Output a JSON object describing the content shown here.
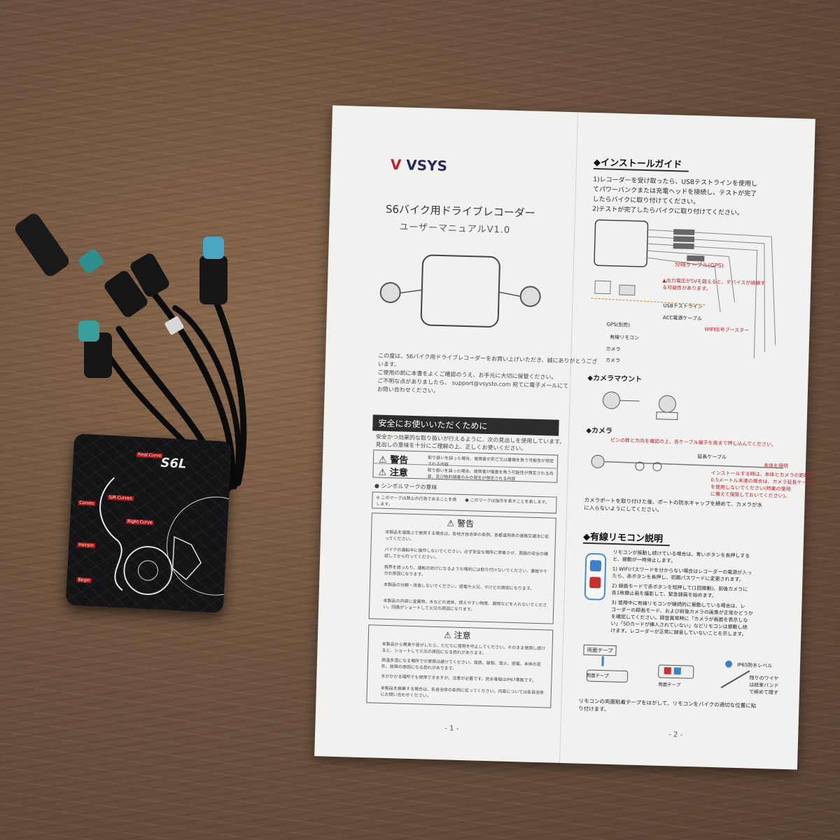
{
  "device": {
    "label": "S6L",
    "track_labels": [
      "Final Curve",
      "S/R Curves",
      "Curves",
      "Right Curve",
      "Hairpin",
      "Begin"
    ]
  },
  "manual": {
    "page1": {
      "brand": "VSYS",
      "title": "S6バイク用ドライブレコーダー",
      "subtitle": "ユーザーマニュアルV1.0",
      "intro_lines": [
        "この度は、S6バイク用ドライブレコーダーをお買い上げいただき、誠にありがとうござ",
        "います。",
        "ご使用の前に本書をよくご確認のうえ、お手元に大切に保管ください。",
        "ご不明な点がありましたら、 support@vsysto.com 宛てに電子メールにて",
        "お問い合わせください。"
      ],
      "safety_header": "安全にお使いいただくために",
      "safety_intro": [
        "安全かつ効果的な取り扱いが行えるように、次の見出しを使用しています。",
        "見出しの意味を十分にご理解の上、正しくお使いください。"
      ],
      "warning_label": "警告",
      "warning_desc": "取り扱いを誤った場合、使用者が死亡又は重傷を負う可能性が想定される内容",
      "caution_label": "注意",
      "caution_desc": "取り扱いを誤った場合、使用者が傷害を負う可能性が想定される内容、及び物的損害のみの発生が想定される内容",
      "symbol_marks": "シンボルマークの意味",
      "prohibit_mark": "このマークは禁止の行為であることを表します。",
      "instruct_mark": "このマークは指示を表すことを表します。",
      "warning_section": "警告",
      "warning_items": [
        "本製品を道路上で使用する場合は、各地方自治体の条例、各都道府県の道路交通法に従ってください。",
        "バイクの運転中に操作しないでください。必ず安全な場所に停車させ、周囲の安全の確認してから行ってください。",
        "視界を遮ったり、運転の妨げになるような場所には取り付けないでください。事故やケガの原因になります。",
        "本製品の分解・改造しないでください。感電や火災、やけどの原因になります。",
        "本製品の内部に金属物、水などの液体、燃えやすい物質、異物などを入れないでください。回路がショートして火災の原因になります。"
      ],
      "caution_section": "注意",
      "caution_items": [
        "本製品から異臭や音がしたら、ただちに使用を中止してください。そのまま使用し続けると、ショートして火災の原因になる恐れがあります。",
        "高温多湿になる場所での使用は避けてください。発熱、破裂、発火、感電、本体の変形、故障の原因になる恐れがあります。",
        "水がかかる場所でも使用できますが、注意が必要です。防水等級はIP67準拠です。",
        "本製品を廃棄する場合は、各自治体の条例に従ってください。内容については各自治体にお問い合わせください。"
      ],
      "page_number": "- 1 -"
    },
    "page2": {
      "install_header": "◆インストールガイド",
      "install_lines": [
        "1)レコーダーを受け取ったら、USBテストラインを使用し",
        "てパワーバンクまたは充電ヘッドを接続し、テストが完了",
        "したらバイクに取り付けてください。",
        "2)テストが完了したらバイクに取り付けてください。"
      ],
      "diagram_labels": {
        "gps_cable": "分岐ケーブル(GPS)",
        "voltage_warning": "▲出力電圧が5Vを超えると、デバイスが焼損する可能性があります。",
        "usb_test": "USBテストライン",
        "acc_cable": "ACC電源ケーブル",
        "wifi_booster": "WIFI信号ブースター",
        "gps_sold": "GPS(別売)",
        "wired_remote": "有線リモコン",
        "camera1": "カメラ",
        "camera2": "カメラ"
      },
      "camera_mount": "◆カメラマウント",
      "camera": "◆カメラ",
      "camera_note": "ピンの数と方向を確認の上、各ケーブル端子を奥まで押し込んでください。",
      "extension_cable": "延長ケーブル",
      "body_connect": "本体を接続",
      "install_note": [
        "インストールする時は、本体とカメラの距離が",
        "0.5メートル未満の場合は、カメラ延長ケーブル",
        "を使用しないでください(時案の使用",
        "に備えて保管しておいてください)。"
      ],
      "camera_port_note": [
        "カメラポートを取り付けた後、ポートの防水キャップを締めて、カメラが水",
        "に入らないようにしてください。"
      ],
      "remote_header": "◆有線リモコン説明",
      "remote_lines": [
        "リモコンが振動し続けている場合は、青いボタンを長押しする",
        "と、振動が一時停止します。",
        "1) WIFIパスワードを分からない場合はレコーダーの電源が入っ",
        "たら、赤ボタンを長押し、初期パスワードに変更されます。",
        "2) 録画モードで赤ボタンを短押して(1回振動)、前後カメラに",
        "各1枚静止画を撮影して、緊急録画を始めます。",
        "3) 使用中に有線リモコンが継続的に振動している場合は、レ",
        "コーダーの録画モード、および前後カメラの画像が正常かどうか",
        "を確認してください。録音異常時に「カメラが画面を表示しな",
        "い」「SDカードが挿入されていない」などリモコンは振動し続",
        "けます。レコーダーが正常に録音していないことを示します。"
      ],
      "double_tape": "両面テープ",
      "tape_label": "両面テープ",
      "tape_label2": "両面テープ",
      "ip65": "IP65防水レベル",
      "wire_note": [
        "残りのワイヤ",
        "は結束バンド",
        "で締めて隠す"
      ],
      "remote_footer": [
        "リモコンの両面粘着テープをはがして、リモコンをバイクの適切な位置に貼",
        "り付けます。"
      ],
      "page_number": "- 2 -"
    }
  }
}
